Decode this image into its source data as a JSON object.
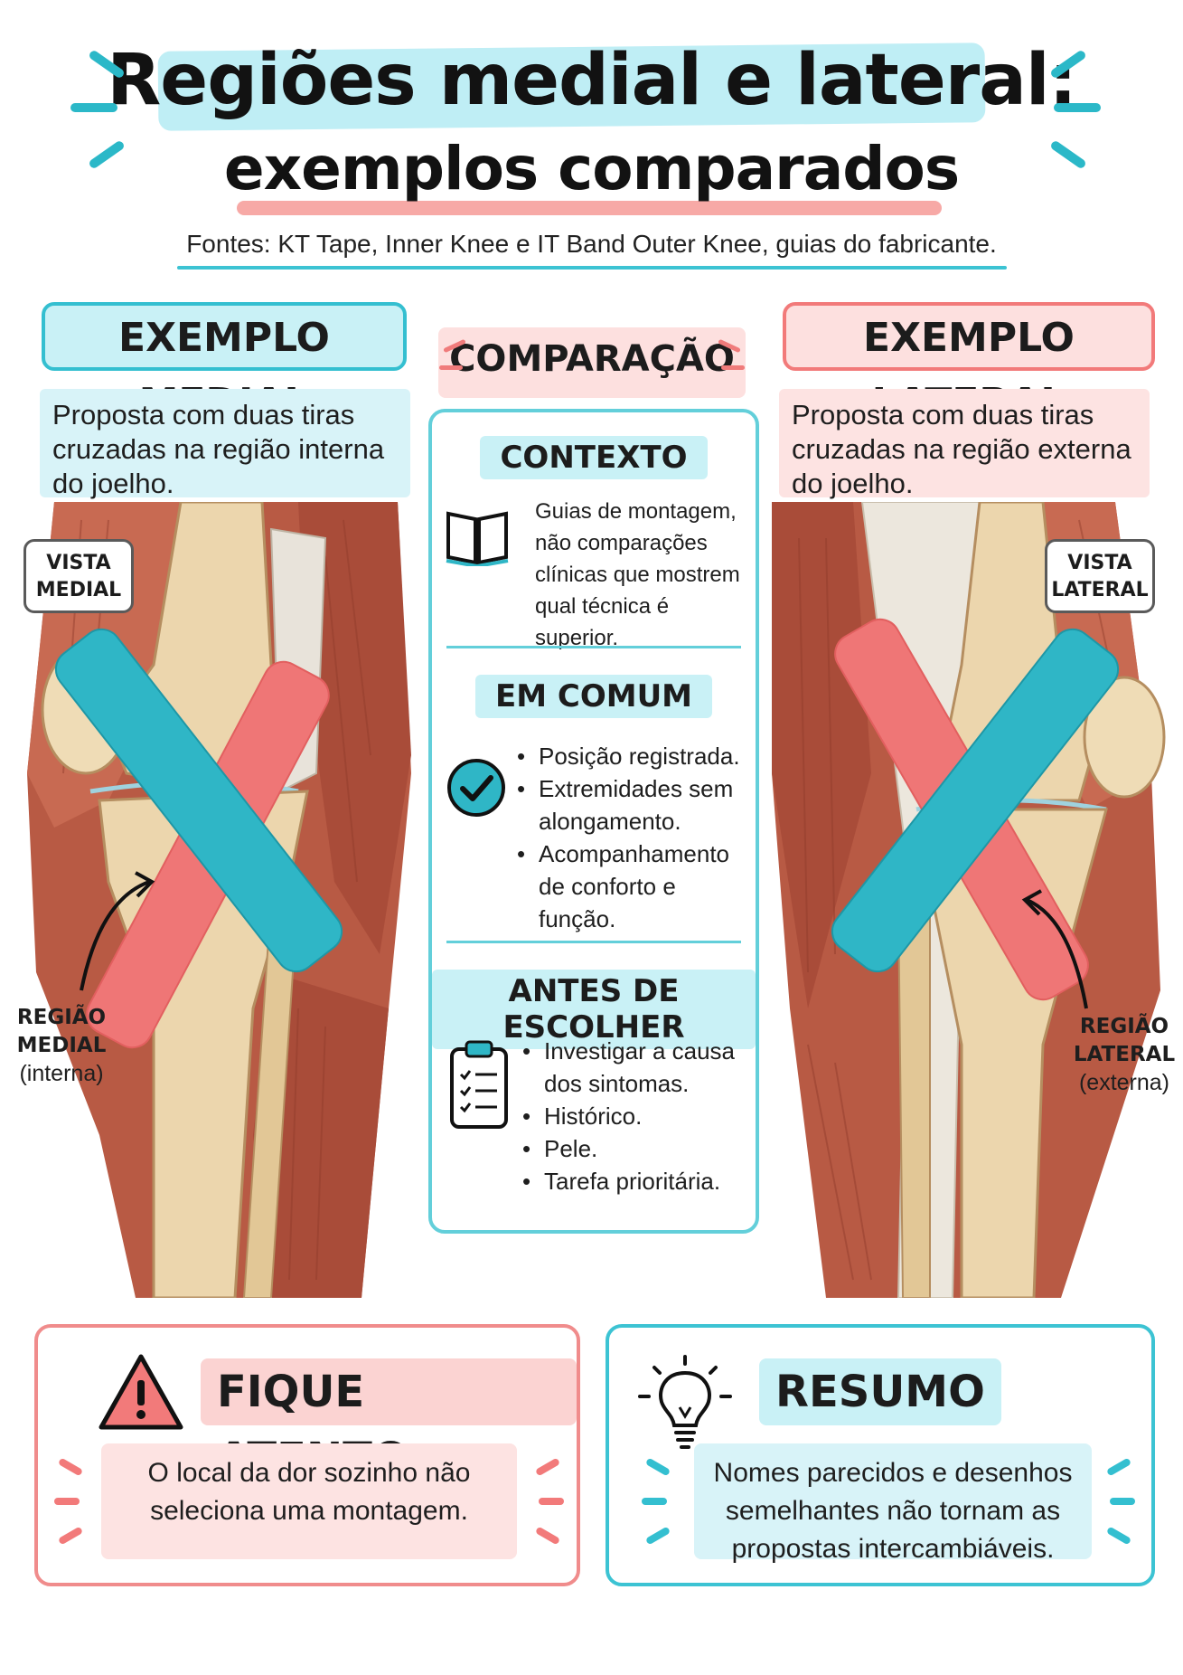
{
  "header": {
    "title_line1": "Regiões medial e lateral:",
    "title_line2": "exemplos comparados",
    "sources": "Fontes: KT Tape, Inner Knee e IT Band Outer Knee, guias do fabricante."
  },
  "medial": {
    "heading": "EXEMPLO MEDIAL",
    "description": "Proposta com duas tiras cruzadas na região interna do joelho.",
    "view_tag": "VISTA MEDIAL",
    "region_label": "REGIÃO MEDIAL",
    "region_note": "(interna)"
  },
  "lateral": {
    "heading": "EXEMPLO LATERAL",
    "description": "Proposta com duas tiras cruzadas na região externa do joelho.",
    "view_tag": "VISTA LATERAL",
    "region_label": "REGIÃO LATERAL",
    "region_note": "(externa)"
  },
  "comparison": {
    "heading": "COMPARAÇÃO",
    "contexto": {
      "title": "CONTEXTO",
      "icon": "open-book-icon",
      "text": "Guias de montagem, não comparações clínicas que mostrem qual técnica é superior."
    },
    "em_comum": {
      "title": "EM COMUM",
      "icon": "checkmark-circle-icon",
      "items": [
        "Posição registrada.",
        "Extremidades sem alongamento.",
        "Acompanhamento de conforto e função."
      ]
    },
    "antes_de_escolher": {
      "title": "ANTES DE ESCOLHER",
      "icon": "clipboard-checklist-icon",
      "items": [
        "Investigar a causa dos sintomas.",
        "Histórico.",
        "Pele.",
        "Tarefa prioritária."
      ]
    }
  },
  "warning": {
    "title": "FIQUE ATENTO",
    "icon": "warning-triangle-icon",
    "text": "O local da dor sozinho não seleciona uma montagem."
  },
  "summary": {
    "title": "RESUMO",
    "icon": "lightbulb-icon",
    "text": "Nomes parecidos e desenhos semelhantes não tornam as propostas intercambiáveis."
  },
  "colors": {
    "teal": "#34bfd0",
    "coral": "#f27a7a",
    "muscle": "#b85a44",
    "bone": "#ecd6ad",
    "tape_blue": "#2fb6c6",
    "tape_red": "#ef7676"
  }
}
